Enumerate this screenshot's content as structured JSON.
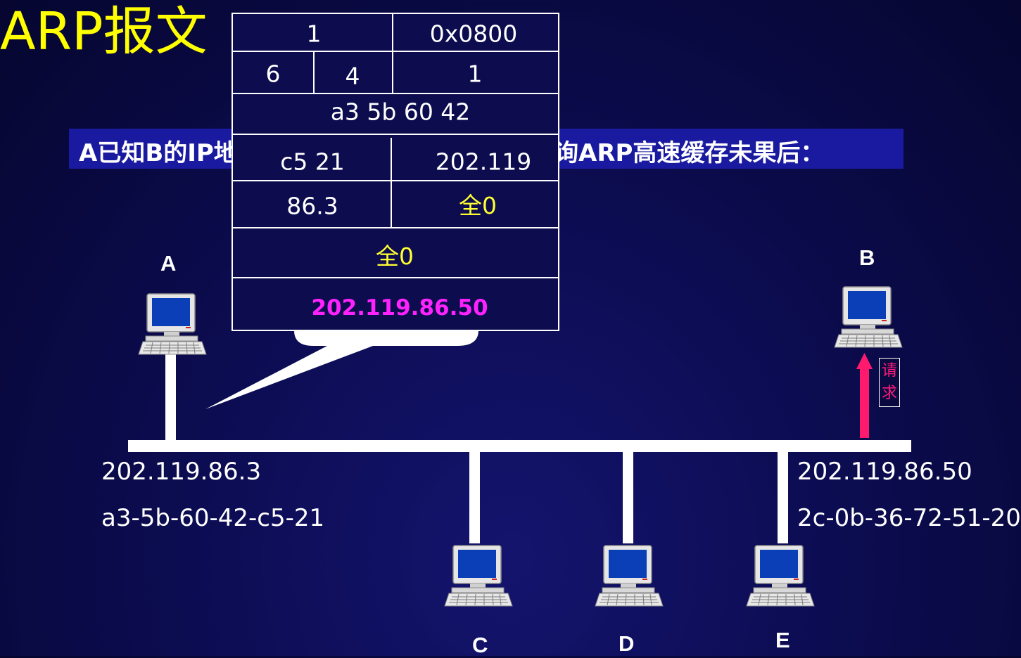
{
  "title": "ARP报文",
  "banner": {
    "left_text": "A已知B的IP地",
    "right_text": "询ARP高速缓存未果后："
  },
  "packet": {
    "hardware_type": "1",
    "protocol_type": "0x0800",
    "hw_addr_len": "6",
    "proto_addr_len": "4",
    "operation": "1",
    "sender_mac_part1": "a3 5b 60 42",
    "sender_mac_part2": "c5 21",
    "sender_ip_part1": "202.119",
    "sender_ip_part2": "86.3",
    "target_mac_part1": "全0",
    "target_mac_part2": "全0",
    "target_ip": "202.119.86.50"
  },
  "hosts": {
    "a": {
      "label": "A",
      "ip": "202.119.86.3",
      "mac": "a3-5b-60-42-c5-21"
    },
    "b": {
      "label": "B",
      "ip": "202.119.86.50",
      "mac": "2c-0b-36-72-51-20"
    },
    "c": {
      "label": "C"
    },
    "d": {
      "label": "D"
    },
    "e": {
      "label": "E"
    }
  },
  "request_label": {
    "line1": "请",
    "line2": "求"
  },
  "colors": {
    "title": "#ffff00",
    "highlight_yellow": "#ffff33",
    "target_ip": "#ff22ff",
    "request_arrow": "#ff1a6e",
    "banner": "#1a1aa0"
  }
}
